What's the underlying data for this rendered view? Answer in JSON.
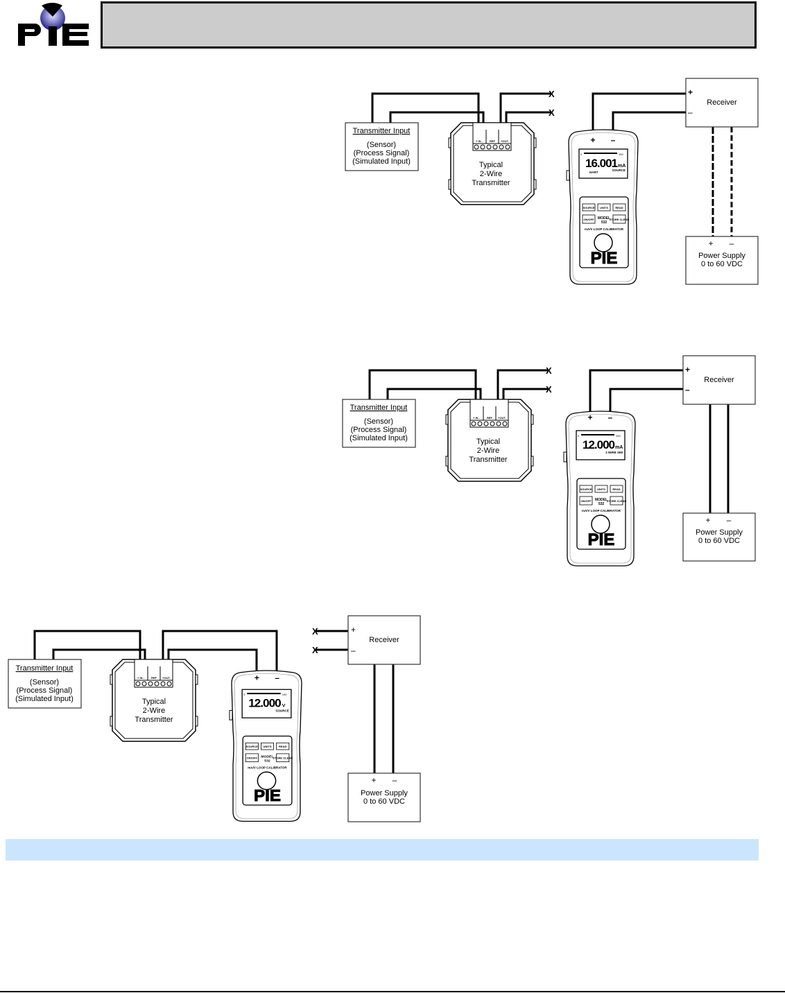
{
  "header": {
    "logo_text": "PIE",
    "banner_title": ""
  },
  "colors": {
    "banner": "#cccccc",
    "strip": "#cce5fe",
    "logo_globe": "#5a5ac8"
  },
  "open_wire_mark": "X",
  "transmitter_input": {
    "title": "Transmitter Input",
    "lines": [
      "(Sensor)",
      "(Process Signal)",
      "(Simulated Input)"
    ]
  },
  "transmitter": {
    "lines": [
      "Typical",
      "2-Wire",
      "Transmitter"
    ],
    "terminals": [
      "+ IN -",
      "REF",
      "+OUT-"
    ]
  },
  "receiver": {
    "label": "Receiver",
    "plus": "+",
    "minus": "–"
  },
  "power_supply": {
    "label": "Power Supply",
    "range": "0 to 60 VDC",
    "plus": "+",
    "minus": "–"
  },
  "calibrator_common": {
    "plus": "+",
    "minus": "–",
    "scale_min": "0",
    "scale_max": "100",
    "keys": [
      "SOURCE",
      "UNITS",
      "READ",
      "ON/OFF",
      "STORE CLEAR"
    ],
    "model": "MODEL",
    "model_number": "532",
    "product": "mA/V LOOP CALIBRATOR",
    "brand": "PIE"
  },
  "diagrams": [
    {
      "calibrator": {
        "reading": "16.001",
        "unit": "mA",
        "mode": "SOURCE",
        "extra": "HART"
      },
      "supply_wiring": "dashed"
    },
    {
      "calibrator": {
        "reading": "12.000",
        "unit": "mA",
        "mode": "2 WIRE SIM",
        "extra": ""
      },
      "supply_wiring": "solid"
    },
    {
      "calibrator": {
        "reading": "12.000",
        "unit": "V",
        "mode": "SOURCE",
        "extra": ""
      },
      "supply_wiring": "solid"
    }
  ]
}
